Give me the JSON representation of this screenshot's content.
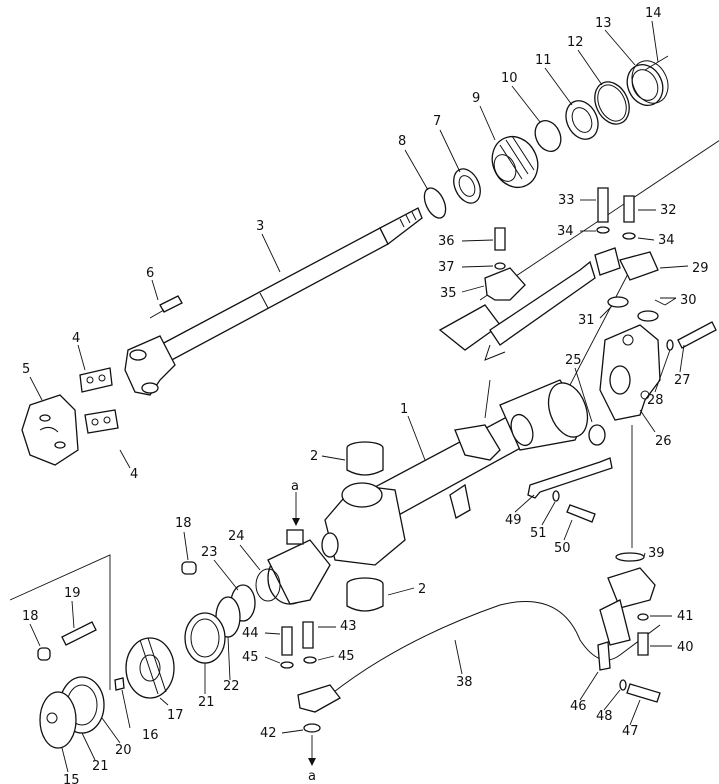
{
  "parts": [
    {
      "number": "1"
    },
    {
      "number": "2"
    },
    {
      "number": "2"
    },
    {
      "number": "3"
    },
    {
      "number": "4"
    },
    {
      "number": "4"
    },
    {
      "number": "5"
    },
    {
      "number": "6"
    },
    {
      "number": "7"
    },
    {
      "number": "8"
    },
    {
      "number": "9"
    },
    {
      "number": "10"
    },
    {
      "number": "11"
    },
    {
      "number": "12"
    },
    {
      "number": "13"
    },
    {
      "number": "14"
    },
    {
      "number": "15"
    },
    {
      "number": "16"
    },
    {
      "number": "17"
    },
    {
      "number": "18"
    },
    {
      "number": "18"
    },
    {
      "number": "19"
    },
    {
      "number": "20"
    },
    {
      "number": "21"
    },
    {
      "number": "21"
    },
    {
      "number": "22"
    },
    {
      "number": "23"
    },
    {
      "number": "24"
    },
    {
      "number": "25"
    },
    {
      "number": "26"
    },
    {
      "number": "27"
    },
    {
      "number": "28"
    },
    {
      "number": "29"
    },
    {
      "number": "30"
    },
    {
      "number": "31"
    },
    {
      "number": "32"
    },
    {
      "number": "33"
    },
    {
      "number": "34"
    },
    {
      "number": "34"
    },
    {
      "number": "35"
    },
    {
      "number": "36"
    },
    {
      "number": "37"
    },
    {
      "number": "38"
    },
    {
      "number": "39"
    },
    {
      "number": "40"
    },
    {
      "number": "41"
    },
    {
      "number": "42"
    },
    {
      "number": "43"
    },
    {
      "number": "44"
    },
    {
      "number": "45"
    },
    {
      "number": "45"
    },
    {
      "number": "46"
    },
    {
      "number": "47"
    },
    {
      "number": "48"
    },
    {
      "number": "49"
    },
    {
      "number": "50"
    },
    {
      "number": "51"
    }
  ],
  "reference_marks": [
    {
      "letter": "a"
    },
    {
      "letter": "a"
    }
  ]
}
